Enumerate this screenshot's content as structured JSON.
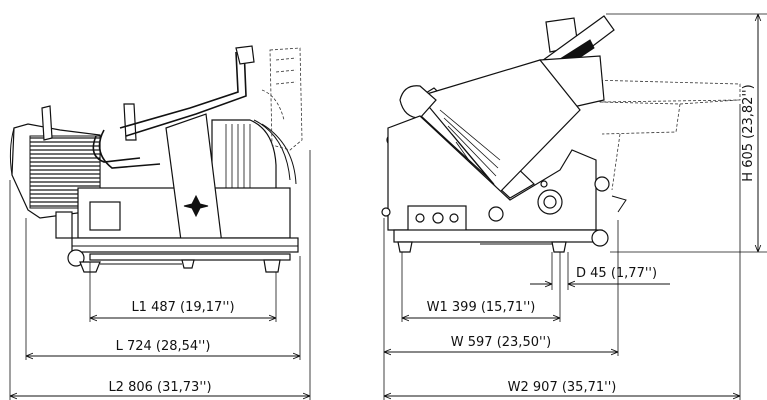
{
  "dimensions": {
    "L1": "L1 487 (19,17'')",
    "L": "L 724 (28,54'')",
    "L2": "L2 806 (31,73'')",
    "W1": "W1 399 (15,71'')",
    "W": "W 597 (23,50'')",
    "W2": "W2 907 (35,71'')",
    "D": "D 45 (1,77'')",
    "H": "H 605 (23,82'')"
  }
}
